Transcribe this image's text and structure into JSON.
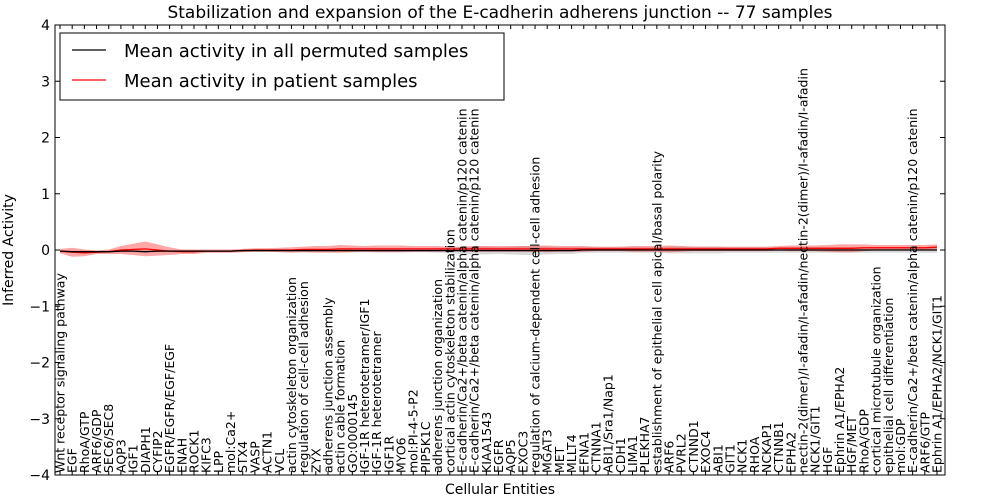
{
  "chart_data": {
    "type": "line",
    "title": "Stabilization and expansion of the E-cadherin adherens junction -- 77 samples",
    "xlabel": "Cellular Entities",
    "ylabel": "Inferred Activity",
    "ylim": [
      -4,
      4
    ],
    "yticks": [
      -4,
      -3,
      -2,
      -1,
      0,
      1,
      2,
      3,
      4
    ],
    "grid": false,
    "legend_position": "top-left",
    "categories": [
      "Wnt receptor signaling pathway",
      "EGF",
      "RhoA/GTP",
      "ARF6/GDP",
      "SEC6/SEC8",
      "AQP3",
      "IGF1",
      "DIAPH1",
      "CYFIP2",
      "EGFR/EGFR/EGF/EGF",
      "ENAH",
      "ROCK1",
      "KIFC3",
      "LPP",
      "mol:Ca2+",
      "STX4",
      "VASP",
      "ACTN1",
      "VCL",
      "actin cytoskeleton organization",
      "regulation of cell-cell adhesion",
      "ZYX",
      "adherens junction assembly",
      "actin cable formation",
      "GO:0000145",
      "IGF-1R heterotetramer/IGF1",
      "IGF-1R heterotetramer",
      "IGF1R",
      "MYO6",
      "mol:PI-4-5-P2",
      "PIP5K1C",
      "adherens junction organization",
      "cortical actin cytoskeleton stabilization",
      "E-cadherin/Ca2+/beta catenin/alpha catenin/p120 catenin",
      "E-cadherin/Ca2+/beta catenin/alpha catenin/p120 catenin",
      "KIAA1543",
      "EGFR",
      "AQP5",
      "EXOC3",
      "regulation of calcium-dependent cell-cell adhesion",
      "MGAT3",
      "MET",
      "MLLT4",
      "EFNA1",
      "CTNNA1",
      "ABI1/Sra1/Nap1",
      "CDH1",
      "LIMA1",
      "PLEKHA7",
      "establishment of epithelial cell apical/basal polarity",
      "ARF6",
      "PVRL2",
      "CTNND1",
      "EXOC4",
      "ABI1",
      "GIT1",
      "NCK1",
      "RHOA",
      "NCKAP1",
      "CTNNB1",
      "EPHA2",
      "nectin-2(dimer)/I-afadin/I-afadin/nectin-2(dimer)/I-afadin/I-afadin",
      "NCK1/GIT1",
      "HGF",
      "Ephrin A1/EPHA2",
      "HGF/MET",
      "RhoA/GDP",
      "cortical microtubule organization",
      "epithelial cell differentiation",
      "mol:GDP",
      "E-cadherin/Ca2+/beta catenin/alpha catenin/p120 catenin",
      "ARF6/GTP",
      "Ephrin A1/EPHA2/NCK1/GIT1"
    ],
    "series": [
      {
        "name": "Mean activity in all permuted samples",
        "color": "#000000",
        "values": [
          -0.02,
          -0.03,
          -0.03,
          -0.03,
          -0.03,
          -0.02,
          -0.02,
          -0.03,
          -0.02,
          -0.02,
          -0.02,
          -0.02,
          -0.02,
          -0.02,
          -0.02,
          -0.01,
          -0.01,
          -0.01,
          -0.01,
          -0.01,
          -0.01,
          -0.01,
          -0.01,
          -0.01,
          -0.01,
          -0.01,
          -0.01,
          -0.01,
          -0.01,
          -0.01,
          -0.01,
          -0.01,
          -0.01,
          -0.01,
          -0.01,
          -0.01,
          -0.01,
          -0.01,
          -0.01,
          -0.01,
          -0.01,
          -0.01,
          -0.01,
          0.0,
          0.0,
          0.0,
          0.0,
          0.0,
          0.0,
          0.0,
          0.0,
          0.0,
          0.0,
          0.0,
          0.0,
          0.0,
          0.0,
          0.0,
          0.0,
          0.0,
          0.0,
          0.0,
          0.0,
          0.0,
          0.0,
          0.0,
          0.0,
          0.0,
          0.0,
          0.0,
          0.0,
          0.0,
          0.0
        ],
        "band": [
          0.02,
          0.02,
          0.02,
          0.02,
          0.02,
          0.02,
          0.02,
          0.02,
          0.02,
          0.02,
          0.02,
          0.02,
          0.02,
          0.02,
          0.02,
          0.02,
          0.02,
          0.02,
          0.02,
          0.02,
          0.02,
          0.02,
          0.02,
          0.02,
          0.03,
          0.03,
          0.03,
          0.03,
          0.03,
          0.03,
          0.03,
          0.04,
          0.05,
          0.06,
          0.07,
          0.07,
          0.06,
          0.07,
          0.08,
          0.08,
          0.07,
          0.06,
          0.06,
          0.05,
          0.05,
          0.05,
          0.05,
          0.05,
          0.05,
          0.05,
          0.06,
          0.06,
          0.06,
          0.06,
          0.06,
          0.05,
          0.05,
          0.05,
          0.05,
          0.05,
          0.05,
          0.05,
          0.05,
          0.05,
          0.05,
          0.05,
          0.05,
          0.05,
          0.05,
          0.05,
          0.05,
          0.05,
          0.05
        ]
      },
      {
        "name": "Mean activity in patient samples",
        "color": "#ff0000",
        "values": [
          -0.02,
          -0.04,
          -0.05,
          -0.04,
          -0.03,
          0.0,
          0.01,
          0.02,
          0.0,
          -0.02,
          -0.03,
          -0.03,
          -0.02,
          -0.02,
          -0.02,
          -0.01,
          0.0,
          0.0,
          0.0,
          0.0,
          0.01,
          0.01,
          0.01,
          0.02,
          0.02,
          0.02,
          0.02,
          0.02,
          0.02,
          0.02,
          0.02,
          0.02,
          0.02,
          0.02,
          0.02,
          0.02,
          0.02,
          0.02,
          0.02,
          0.02,
          0.02,
          0.02,
          0.02,
          0.02,
          0.02,
          0.02,
          0.02,
          0.02,
          0.02,
          0.02,
          0.02,
          0.02,
          0.02,
          0.02,
          0.02,
          0.02,
          0.02,
          0.02,
          0.02,
          0.03,
          0.03,
          0.03,
          0.03,
          0.03,
          0.03,
          0.03,
          0.04,
          0.04,
          0.04,
          0.04,
          0.04,
          0.04,
          0.05
        ],
        "band": [
          0.04,
          0.08,
          0.06,
          0.03,
          0.04,
          0.07,
          0.1,
          0.13,
          0.1,
          0.07,
          0.04,
          0.04,
          0.03,
          0.03,
          0.03,
          0.03,
          0.03,
          0.03,
          0.04,
          0.05,
          0.05,
          0.06,
          0.06,
          0.07,
          0.06,
          0.05,
          0.06,
          0.06,
          0.06,
          0.05,
          0.05,
          0.05,
          0.04,
          0.04,
          0.05,
          0.05,
          0.05,
          0.05,
          0.05,
          0.05,
          0.06,
          0.05,
          0.05,
          0.05,
          0.04,
          0.04,
          0.04,
          0.05,
          0.05,
          0.05,
          0.06,
          0.05,
          0.04,
          0.04,
          0.04,
          0.04,
          0.04,
          0.04,
          0.04,
          0.04,
          0.05,
          0.05,
          0.05,
          0.06,
          0.07,
          0.07,
          0.06,
          0.05,
          0.05,
          0.05,
          0.05,
          0.05,
          0.05
        ]
      }
    ]
  }
}
